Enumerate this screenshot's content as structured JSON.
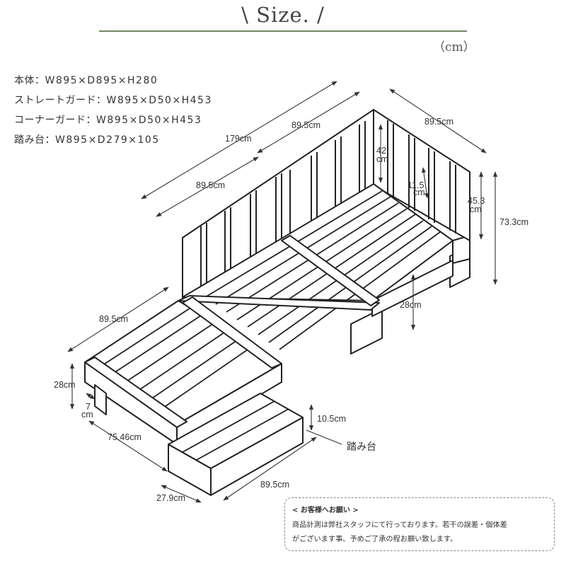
{
  "title": "\\ Size. /",
  "unit": "（cm）",
  "specs": [
    {
      "label": "本体：",
      "value": "W895×D895×H280"
    },
    {
      "label": "ストレートガード：",
      "value": "W895×D50×H453"
    },
    {
      "label": "コーナーガード：",
      "value": "W895×D50×H453"
    },
    {
      "label": "踏み台：",
      "value": "W895×D279×105"
    }
  ],
  "dimensions": {
    "total_length": "179cm",
    "top_section": "89.5cm",
    "back_section": "89.5cm",
    "corner_depth": "89.5cm",
    "slat_gap_a_1": "42",
    "slat_gap_a_2": "cm",
    "slat_gap_b_1": "11.5",
    "slat_gap_b_2": "cm",
    "guard_height_1": "45.3",
    "guard_height_2": "cm",
    "overall_height": "73.3cm",
    "deck_height_right": "28cm",
    "left_width": "89.5cm",
    "deck_height_left": "28cm",
    "leg_offset_1": "7",
    "leg_offset_2": "cm",
    "step_depth_offset": "75.46cm",
    "step_height": "10.5cm",
    "step_label": "踏み台",
    "step_width": "89.5cm",
    "step_depth": "27.9cm"
  },
  "notice": {
    "title": "< お客様へお願い >",
    "line1": "商品計測は弊社スタッフにて行っております。若干の誤差・個体差",
    "line2": "がございます事、予めご了承の程お願い致します。"
  }
}
